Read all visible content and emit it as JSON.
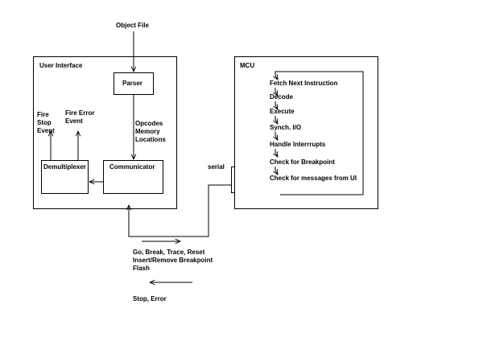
{
  "diagram": {
    "input_label": "Object File",
    "user_interface": {
      "title": "User Interface",
      "parser": "Parser",
      "opcodes_label": "Opcodes\nMemory\nLocations",
      "communicator": "Communicator",
      "demultiplexer": "Demultiplexer",
      "fire_stop_event": "Fire\nStop\nEvent",
      "fire_error_event": "Fire Error\nEvent"
    },
    "serial_label": "serial",
    "mcu": {
      "title": "MCU",
      "loop_steps": [
        "Fetch Next Instruction",
        "Decode",
        "Execute",
        "Synch. I/O",
        "Handle Interrrupts",
        "Check for Breakpoint",
        "Check for messages from UI"
      ]
    },
    "commands_to_mcu": "Go, Break, Trace, Reset\nInsert/Remove Breakpoint\nFlash",
    "messages_from_mcu": "Stop, Error"
  }
}
